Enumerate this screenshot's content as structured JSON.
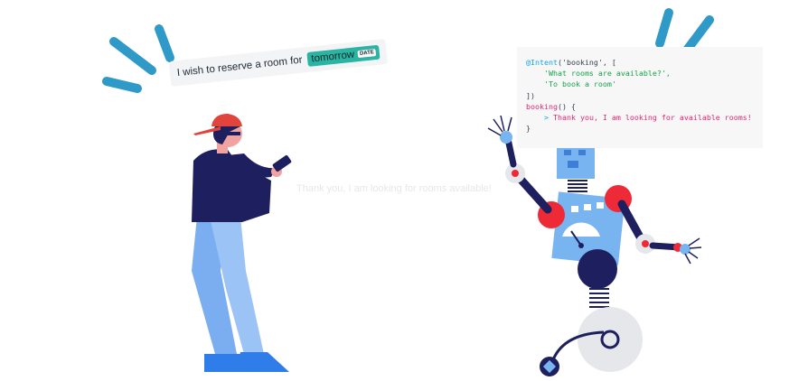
{
  "user_bubble": {
    "text": "I wish to reserve a room for",
    "entity_value": "tomorrow",
    "entity_tag": "DATE"
  },
  "code": {
    "line1_decorator": "@Intent",
    "line1_rest": "('booking', [",
    "line2": "'What rooms are available?',",
    "line3": "'To book a room'",
    "line4": "])",
    "line5_fn": "booking",
    "line5_rest": "() {",
    "line6_arrow": ">",
    "line6_text": "Thank you, I am looking for available rooms!",
    "line7": "}"
  },
  "ghost_text": "Thank you, I am looking for rooms available!",
  "colors": {
    "accent_teal": "#2bb3a3",
    "splash_blue": "#2f9ac7",
    "robot_blue": "#78b4f0",
    "robot_red": "#ee2a37",
    "navy": "#1e1f5f"
  }
}
